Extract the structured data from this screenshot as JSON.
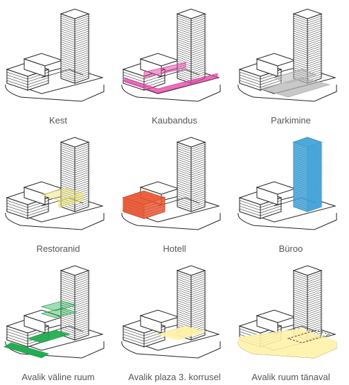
{
  "panels": [
    {
      "label": "Kest",
      "layer": "none",
      "color": ""
    },
    {
      "label": "Kaubandus",
      "layer": "ground-floor",
      "color": "#e040a0"
    },
    {
      "label": "Parkimine",
      "layer": "basement",
      "color": "#b0b0b0"
    },
    {
      "label": "Restoranid",
      "layer": "upper-podium",
      "color": "#e6e070"
    },
    {
      "label": "Hotell",
      "layer": "left-podium",
      "color": "#e8502a"
    },
    {
      "label": "Büroo",
      "layer": "tower",
      "color": "#3aa0d8"
    },
    {
      "label": "Avalik väline ruum",
      "layer": "outdoor",
      "color": "#1aa84a"
    },
    {
      "label": "Avalik plaza 3. korrusel",
      "layer": "plaza",
      "color": "#fff2a8"
    },
    {
      "label": "Avalik ruum tänaval",
      "layer": "street",
      "color": "#fff2a8"
    }
  ]
}
